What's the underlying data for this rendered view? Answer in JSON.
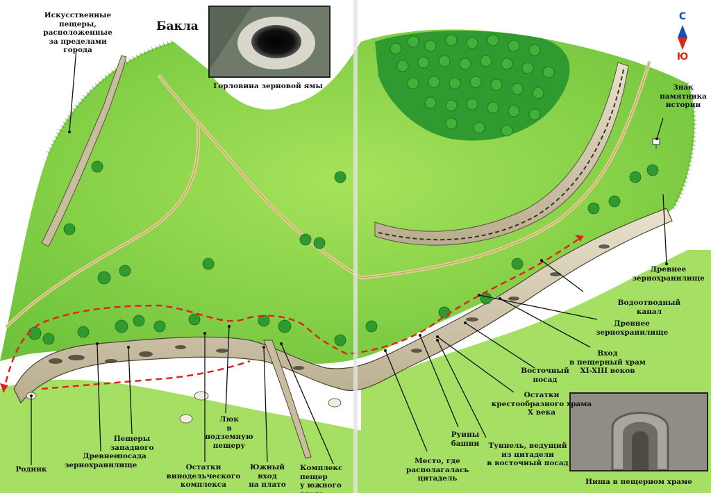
{
  "map": {
    "title": "Бакла",
    "compass": {
      "north": "С",
      "south": "Ю",
      "north_color": "#1b4bb3",
      "south_color": "#d42a1c"
    },
    "colors": {
      "grass": "#7fd13a",
      "grass_light": "#a6e35a",
      "rock": "#ddd3bc",
      "trees": "#2f9a2f",
      "path": "#e2cf94",
      "route": "#e0241b"
    },
    "labels": {
      "artificial_caves": "Искусственные\nпещеры,\nрасположенные\nза пределами\nгорода",
      "grain_pit_neck": "Горловина зерновой ямы",
      "history_monument_sign": "Знак\nпамятника\nистории",
      "ancient_granary_right": "Древнее\nзернохранилище",
      "drainage_channel": "Водоотводный\nканал",
      "ancient_granary_mid": "Древнее\nзернохранилище",
      "cave_temple_entrance": "Вход\nв пещерный храм\nXI-XIII веков",
      "eastern_suburb": "Восточный\nпосад",
      "cruciform_temple": "Остатки\nкрестообразного храма\nX века",
      "tunnel": "Туннель, ведущий\nиз цитадели\nв восточный посад",
      "tower_ruins": "Руины\nбашни",
      "citadel_site": "Место, где\nрасполагалась\nцитадель",
      "southern_caves": "Комплекс пещер\nу южного входа",
      "southern_entrance": "Южный\nвход\nна плато",
      "underground_hatch": "Люк\nв подземную\nпещеру",
      "winery_remains": "Остатки\nвинодельческого\nкомплекса",
      "western_suburb_caves": "Пещеры\nзападного\nпосада",
      "ancient_granary_left": "Древнее\nзернохранилище",
      "spring": "Родник",
      "cave_temple_niche": "Ниша в пещерном храме"
    }
  }
}
